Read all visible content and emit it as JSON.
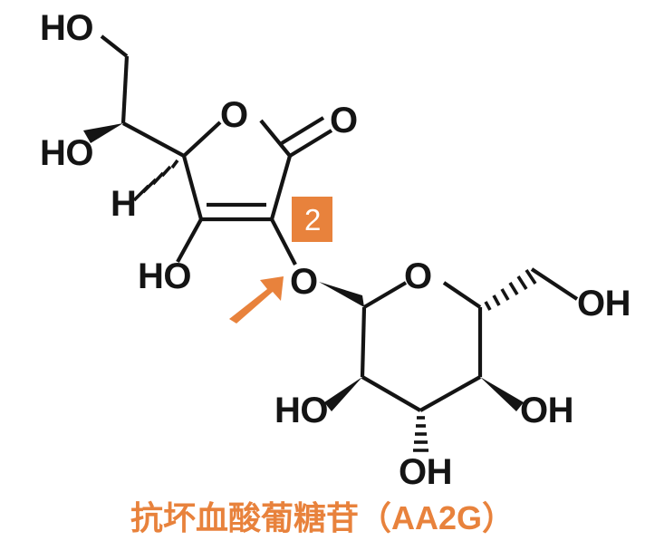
{
  "figure": {
    "kind": "chemical-structure-diagram",
    "caption": "抗坏血酸葡糖苷（AA2G）",
    "accent_color": "#e8823c",
    "line_color": "#141414",
    "background_color": "#ffffff"
  },
  "badge": {
    "label": "2",
    "meaning": "position-2-substitution",
    "color": "#e8823c",
    "text_color": "#ffffff"
  },
  "annotation": {
    "arrow_color": "#e8823c",
    "arrow_target": "glycosidic-oxygen"
  },
  "atom_labels": {
    "ascorbate_ho_c6": "HO",
    "ascorbate_ho_c5": "HO",
    "ascorbate_h_c4": "H",
    "ascorbate_ring_o": "O",
    "ascorbate_carbonyl_o": "O",
    "ascorbate_ho_c3": "HO",
    "glycosidic_o": "O",
    "glucose_ring_o": "O",
    "glucose_oh_c6": "OH",
    "glucose_oh_c4": "OH",
    "glucose_oh_c3": "OH",
    "glucose_ho_c2": "HO"
  },
  "chart_data": {
    "type": "diagram",
    "title": "抗坏血酸葡糖苷（AA2G）",
    "subtitle": "",
    "xlabel": "",
    "ylabel": "",
    "description": "Skeletal structure of ascorbyl 2-glucoside (AA2G): L-ascorbic acid furanone ring glycosidically bonded at the C2 hydroxyl to a beta-D-glucopyranose unit. An orange square badge labelled 2 and an orange arrow highlight the C2 glycosidic linkage.",
    "moieties": [
      {
        "name": "L-ascorbic acid (furanone ring)",
        "labels": [
          "HO",
          "HO",
          "H",
          "O",
          "O",
          "HO"
        ],
        "features": [
          "5-membered lactone ring",
          "C2=C3 double bond",
          "C1 carbonyl",
          "bold wedge to C5 hydroxyl",
          "hashed wedge to C4 hydrogen"
        ]
      },
      {
        "name": "beta-D-glucopyranose",
        "labels": [
          "O",
          "OH",
          "OH",
          "OH",
          "HO"
        ],
        "features": [
          "6-membered pyranose ring",
          "bold wedge glycosidic bond at anomeric carbon",
          "hashed wedge to C5 exocyclic CH2OH",
          "bold wedge to C3 OH",
          "hashed wedge to C4 OH",
          "bold wedge to C2 OH"
        ]
      }
    ],
    "annotations": [
      {
        "type": "badge",
        "text": "2",
        "color": "#e8823c"
      },
      {
        "type": "arrow",
        "points_to": "glycosidic oxygen",
        "color": "#e8823c"
      },
      {
        "type": "caption",
        "text": "抗坏血酸葡糖苷（AA2G）",
        "color": "#e8823c"
      }
    ]
  }
}
